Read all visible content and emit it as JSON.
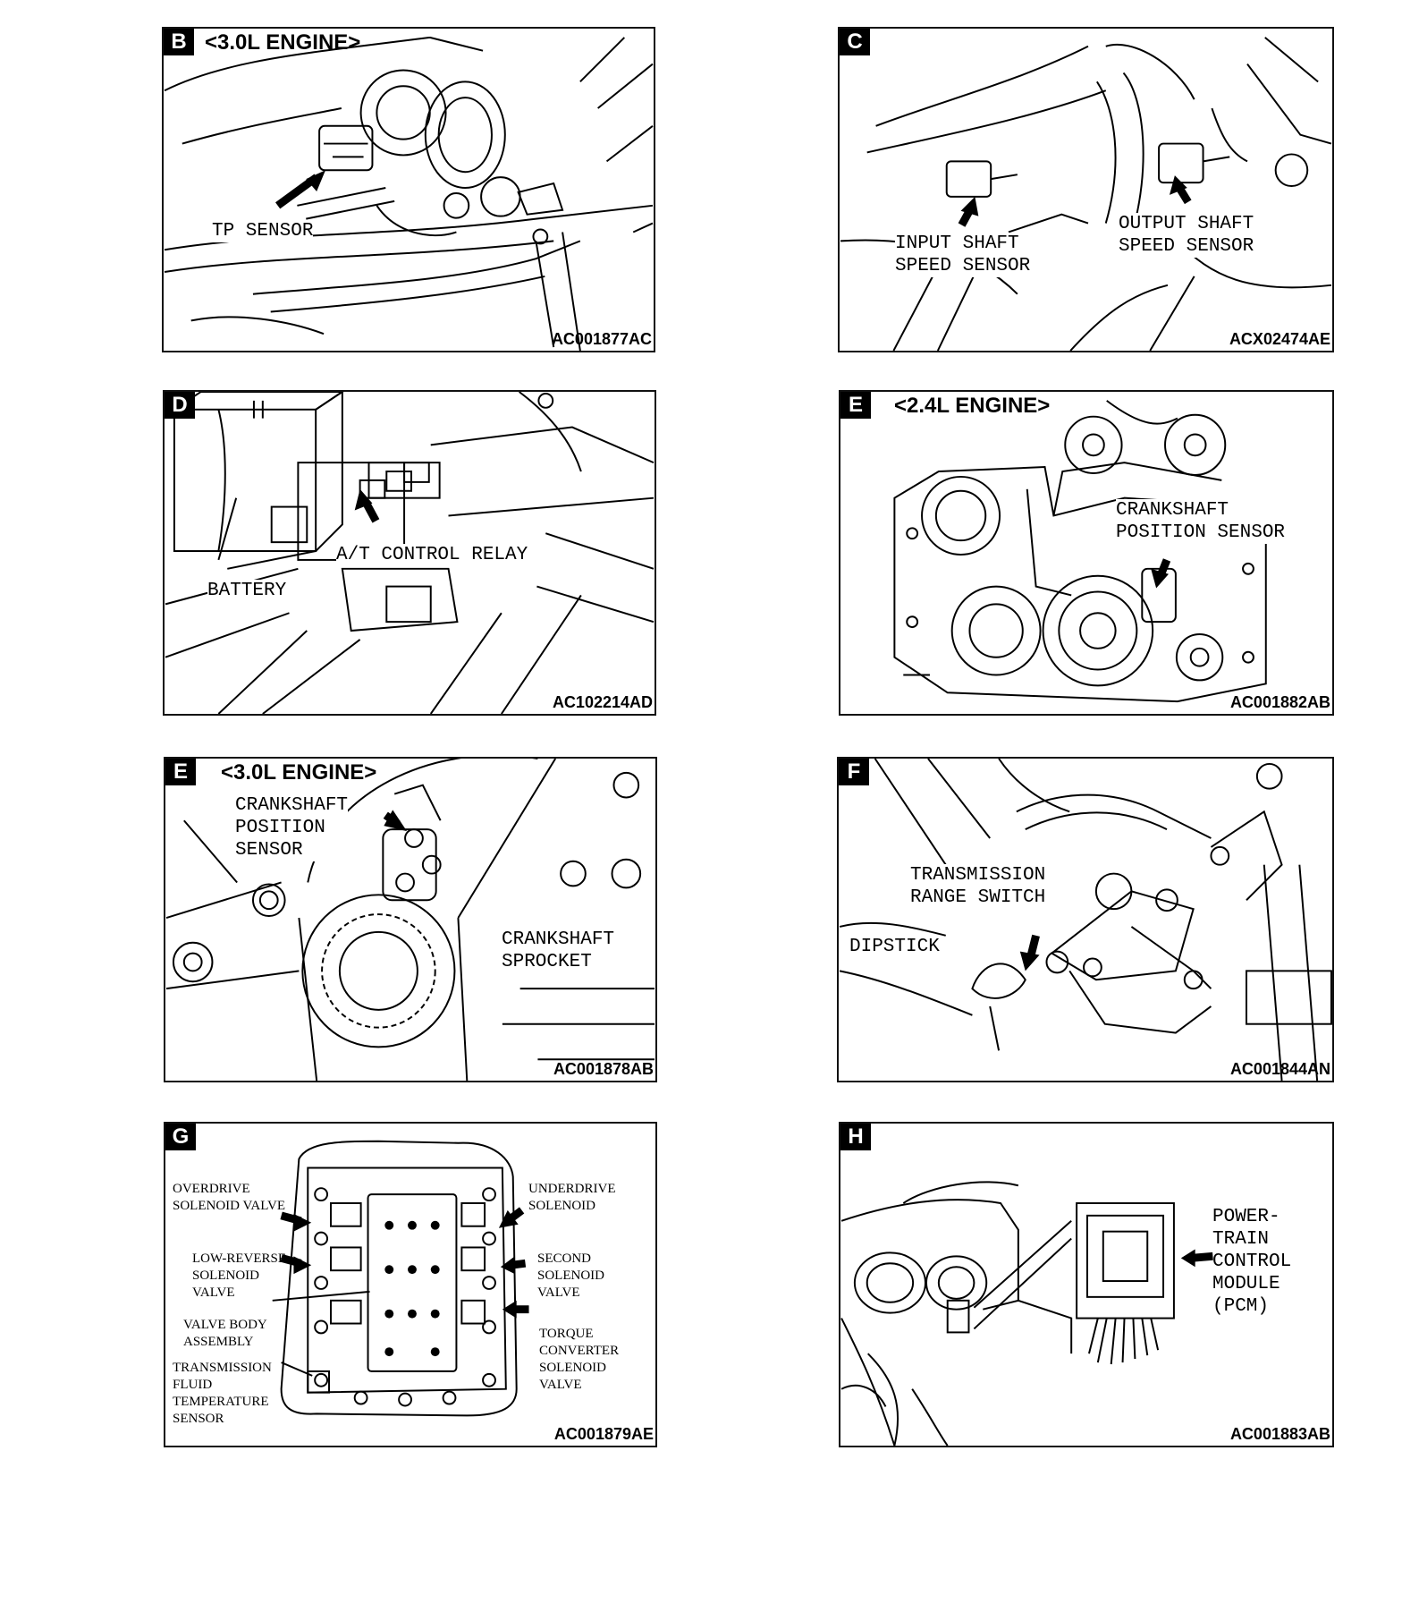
{
  "panels": {
    "b": {
      "letter": "B",
      "engine": "<3.0L ENGINE>",
      "code": "AC001877AC",
      "labels": {
        "tp_sensor": "TP SENSOR"
      }
    },
    "c": {
      "letter": "C",
      "code": "ACX02474AE",
      "labels": {
        "input_shaft": "INPUT SHAFT\nSPEED SENSOR",
        "output_shaft": "OUTPUT SHAFT\nSPEED SENSOR"
      }
    },
    "d": {
      "letter": "D",
      "code": "AC102214AD",
      "labels": {
        "relay": "A/T CONTROL RELAY",
        "battery": "BATTERY"
      }
    },
    "e24": {
      "letter": "E",
      "engine": "<2.4L ENGINE>",
      "code": "AC001882AB",
      "labels": {
        "ckp": "CRANKSHAFT\nPOSITION SENSOR"
      }
    },
    "e30": {
      "letter": "E",
      "engine": "<3.0L ENGINE>",
      "code": "AC001878AB",
      "labels": {
        "ckp": "CRANKSHAFT\nPOSITION\nSENSOR",
        "sprocket": "CRANKSHAFT\nSPROCKET"
      }
    },
    "f": {
      "letter": "F",
      "code": "AC001844AN",
      "labels": {
        "trs": "TRANSMISSION\nRANGE SWITCH",
        "dipstick": "DIPSTICK"
      }
    },
    "g": {
      "letter": "G",
      "code": "AC001879AE",
      "labels": {
        "overdrive": "OVERDRIVE\nSOLENOID VALVE",
        "low_reverse": "LOW-REVERSE\nSOLENOID\nVALVE",
        "valve_body": "VALVE BODY\nASSEMBLY",
        "tft": "TRANSMISSION\nFLUID\nTEMPERATURE\nSENSOR",
        "underdrive": "UNDERDRIVE\nSOLENOID",
        "second": "SECOND\nSOLENOID\nVALVE",
        "torque_converter": "TORQUE\nCONVERTER\nSOLENOID\nVALVE"
      }
    },
    "h": {
      "letter": "H",
      "code": "AC001883AB",
      "labels": {
        "pcm": "POWER-\nTRAIN\nCONTROL\nMODULE\n(PCM)"
      }
    }
  }
}
